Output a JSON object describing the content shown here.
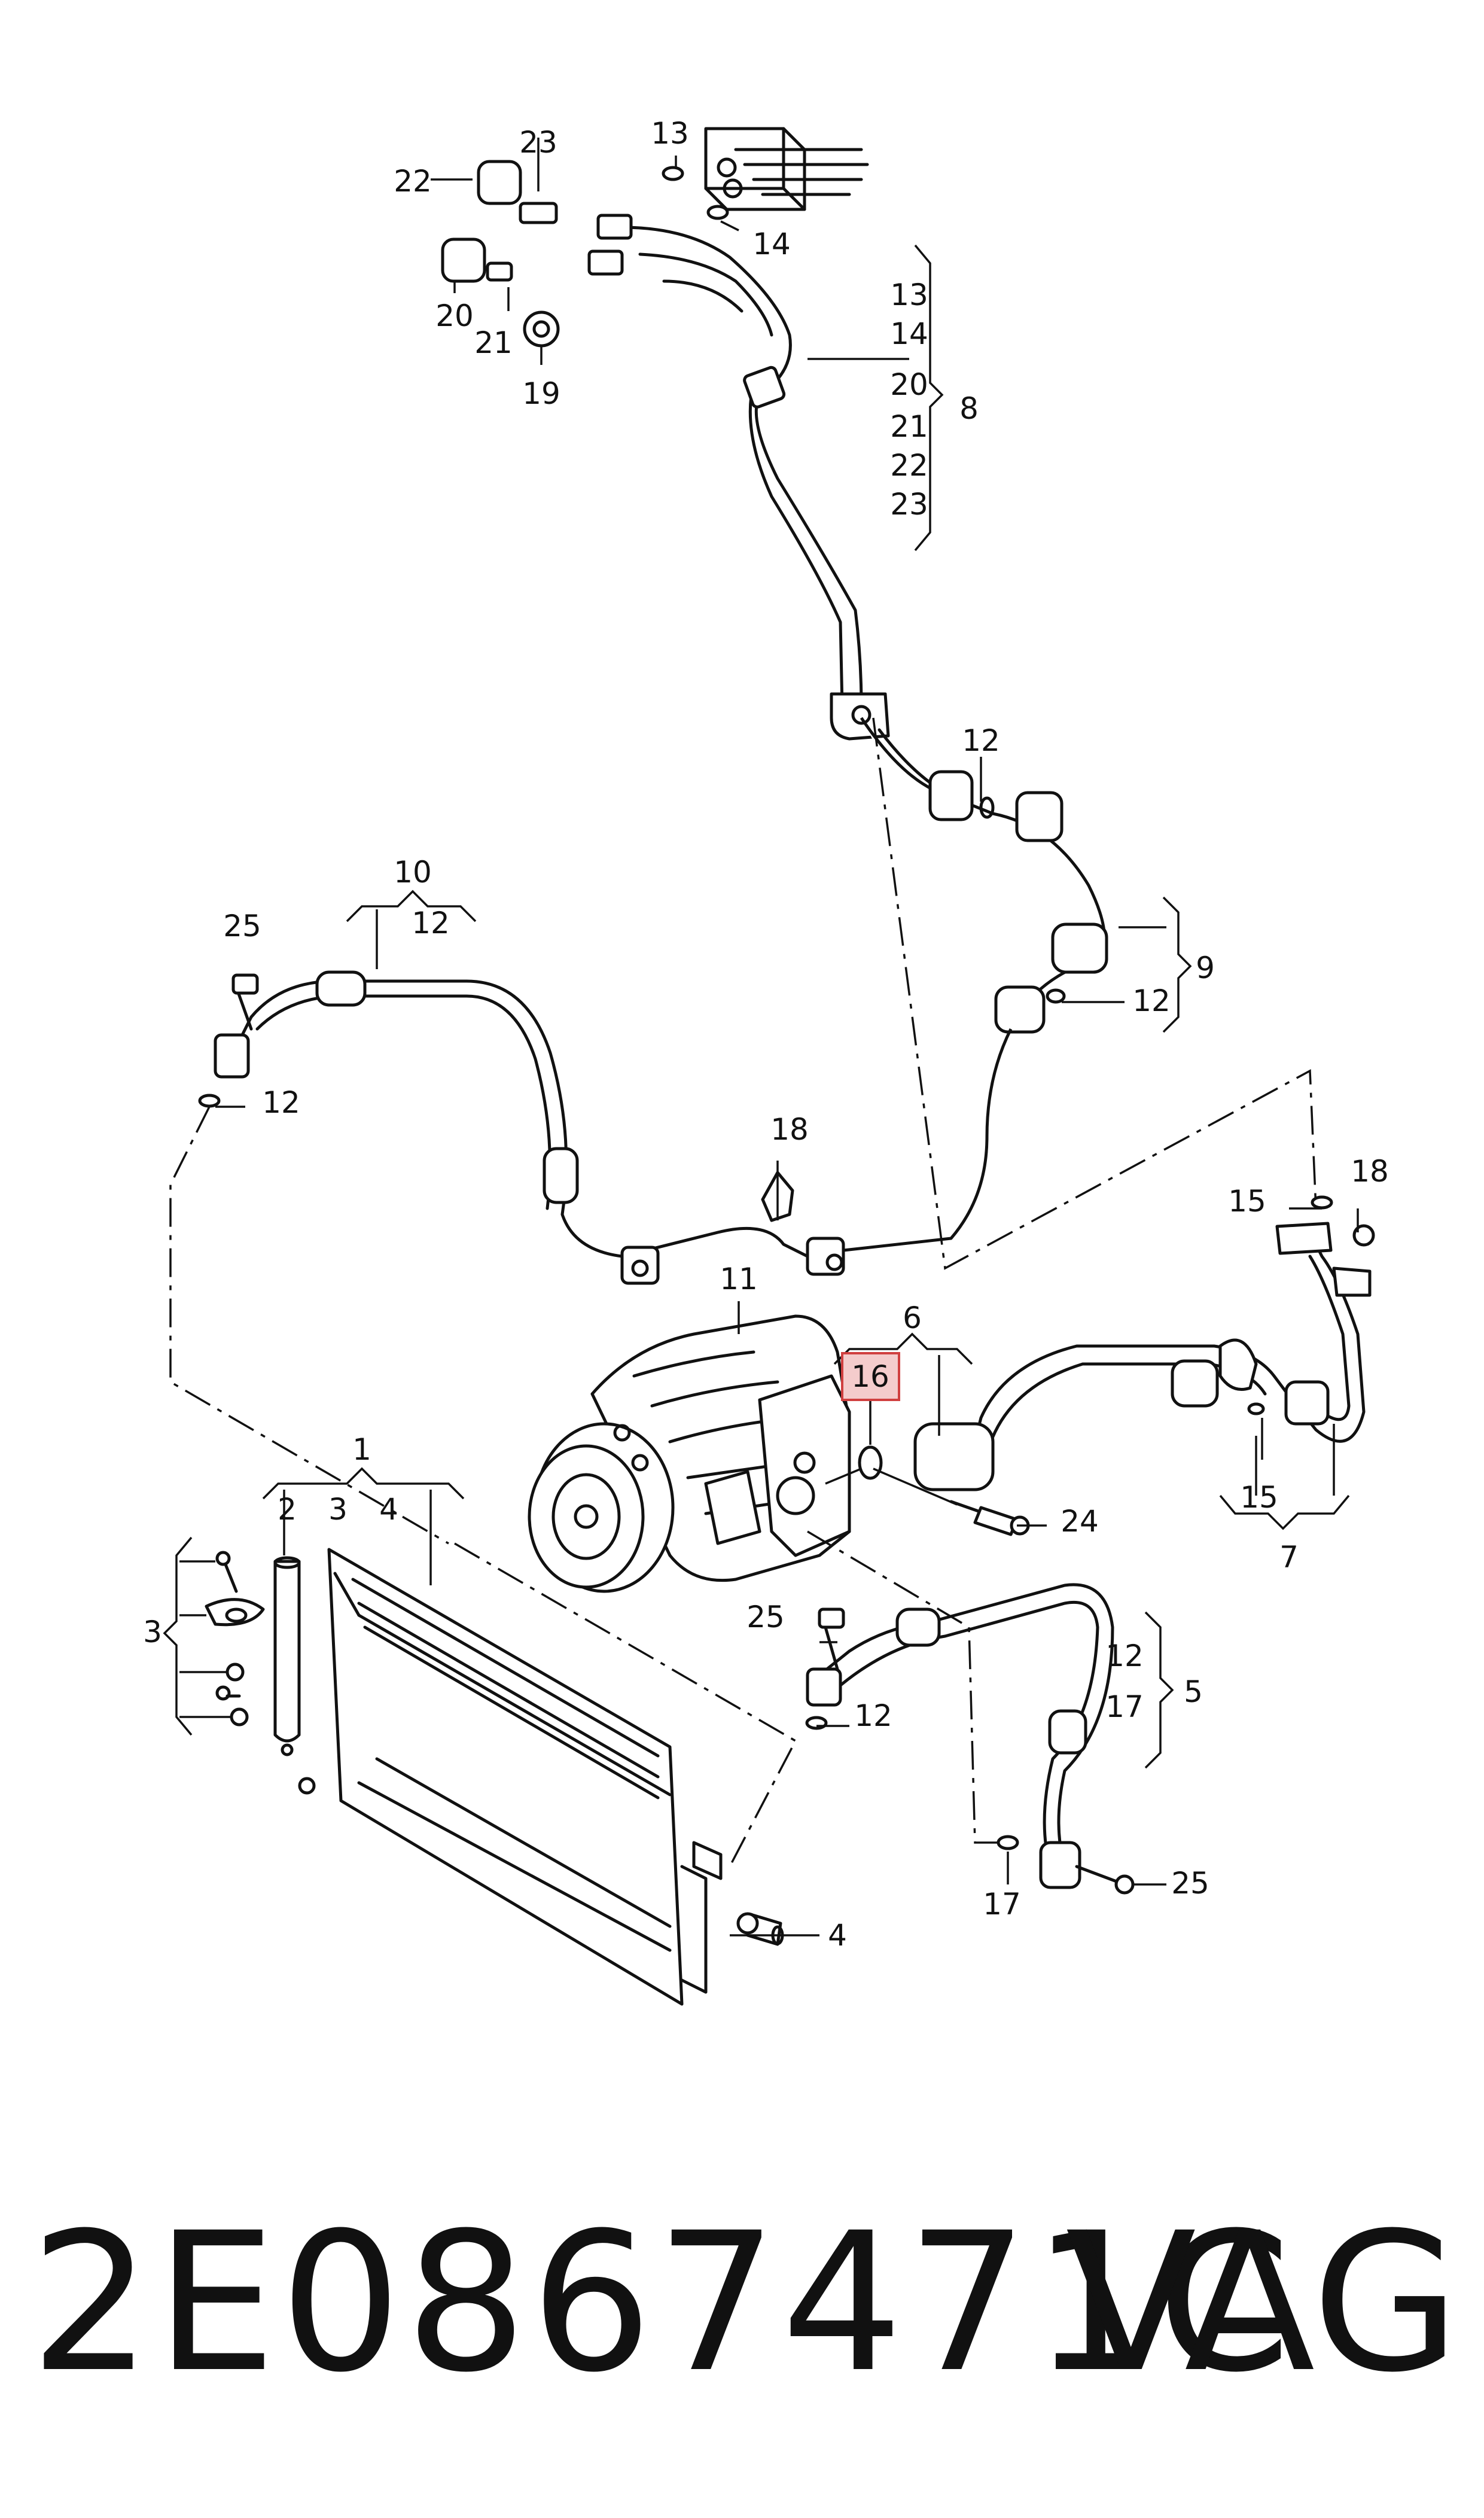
{
  "diagram": {
    "highlight_color": "#d04040",
    "highlight_fill": "#f4cccc",
    "callouts": [
      {
        "id": "c1",
        "text": "1"
      },
      {
        "id": "c2",
        "text": "2"
      },
      {
        "id": "c3a",
        "text": "3"
      },
      {
        "id": "c3b",
        "text": "3"
      },
      {
        "id": "c4a",
        "text": "4"
      },
      {
        "id": "c4b",
        "text": "4"
      },
      {
        "id": "c5",
        "text": "5"
      },
      {
        "id": "c6",
        "text": "6"
      },
      {
        "id": "c7",
        "text": "7"
      },
      {
        "id": "c8",
        "text": "8"
      },
      {
        "id": "c9",
        "text": "9"
      },
      {
        "id": "c10",
        "text": "10"
      },
      {
        "id": "c11",
        "text": "11"
      },
      {
        "id": "c12a",
        "text": "12"
      },
      {
        "id": "c12b",
        "text": "12"
      },
      {
        "id": "c12c",
        "text": "12"
      },
      {
        "id": "c12d",
        "text": "12"
      },
      {
        "id": "c12e",
        "text": "12"
      },
      {
        "id": "c12f",
        "text": "12"
      },
      {
        "id": "c13a",
        "text": "13"
      },
      {
        "id": "c13b",
        "text": "13"
      },
      {
        "id": "c14a",
        "text": "14"
      },
      {
        "id": "c14b",
        "text": "14"
      },
      {
        "id": "c15a",
        "text": "15"
      },
      {
        "id": "c15b",
        "text": "15"
      },
      {
        "id": "c16",
        "text": "16"
      },
      {
        "id": "c17a",
        "text": "17"
      },
      {
        "id": "c17b",
        "text": "17"
      },
      {
        "id": "c18a",
        "text": "18"
      },
      {
        "id": "c18b",
        "text": "18"
      },
      {
        "id": "c19",
        "text": "19"
      },
      {
        "id": "c20a",
        "text": "20"
      },
      {
        "id": "c20b",
        "text": "20"
      },
      {
        "id": "c21a",
        "text": "21"
      },
      {
        "id": "c21b",
        "text": "21"
      },
      {
        "id": "c22a",
        "text": "22"
      },
      {
        "id": "c22b",
        "text": "22"
      },
      {
        "id": "c23a",
        "text": "23"
      },
      {
        "id": "c23b",
        "text": "23"
      },
      {
        "id": "c24",
        "text": "24"
      },
      {
        "id": "c25a",
        "text": "25"
      },
      {
        "id": "c25b",
        "text": "25"
      },
      {
        "id": "c25c",
        "text": "25"
      }
    ]
  },
  "footer": {
    "part_number": "2E0867471C",
    "manufacturer": "VAG"
  }
}
